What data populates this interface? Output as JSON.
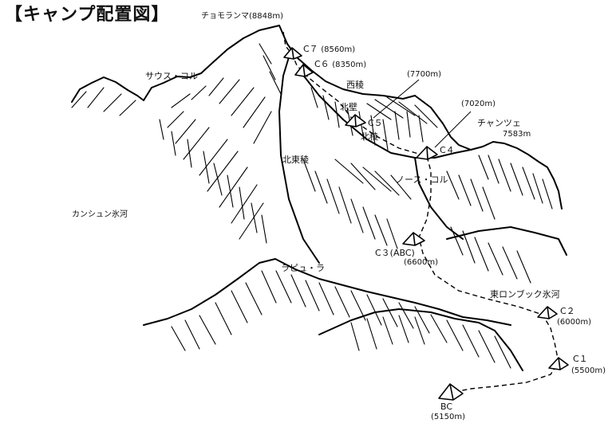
{
  "title": "【キャンプ配置図】",
  "summit": {
    "name": "チョモランマ",
    "elevation": "(8848m)"
  },
  "peaks": {
    "south_col": "サウス・コル",
    "changtse": {
      "name": "チャンツェ",
      "elevation": "7583m"
    },
    "lapyu_la": "ラピュ・ラ"
  },
  "features": {
    "west_ridge": "西稜",
    "north_face": "北壁",
    "north_ridge": "北稜",
    "northeast_ridge": "北東稜",
    "north_col": "ノース・コル",
    "kangshung_glacier": "カンシュン氷河",
    "east_rongbuk_glacier": "東ロンブック氷河"
  },
  "camps": {
    "c7": {
      "name": "C７",
      "elevation": "(8560m)"
    },
    "c6": {
      "name": "C６",
      "elevation": "(8350m)"
    },
    "c5": {
      "name": "C５",
      "elevation": "(7700m)"
    },
    "c4": {
      "name": "C４",
      "elevation": "(7020m)"
    },
    "c3": {
      "name": "C３(ABC)",
      "elevation": "(6600m)"
    },
    "c2": {
      "name": "C２",
      "elevation": "(6000m)"
    },
    "c1": {
      "name": "C１",
      "elevation": "(5500m)"
    },
    "bc": {
      "name": "BC",
      "elevation": "(5150m)"
    }
  }
}
